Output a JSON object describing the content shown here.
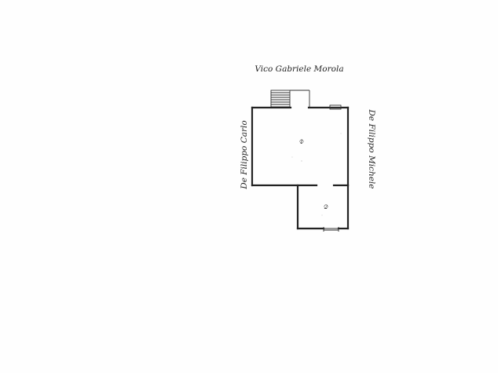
{
  "plan": {
    "street_top": "Vico Gabriele Morola",
    "neighbor_left": "De Filippo Carlo",
    "neighbor_right": "De Filippo Michele",
    "rooms": [
      {
        "number": "1"
      },
      {
        "number": "2"
      }
    ]
  }
}
